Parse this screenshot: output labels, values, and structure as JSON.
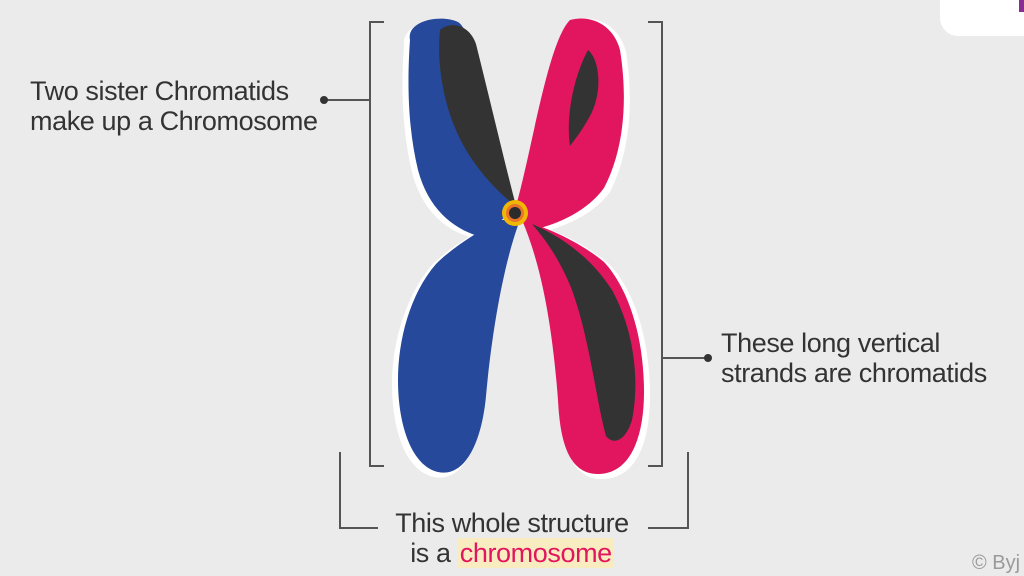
{
  "labels": {
    "left_line1": "Two sister Chromatids",
    "left_line2": "make up a Chromosome",
    "right_line1": "These long vertical",
    "right_line2": "strands are chromatids",
    "bottom_line1": "This whole structure",
    "bottom_line2_prefix": "is a ",
    "bottom_line2_highlight": "chromosome"
  },
  "credit": "© Byj",
  "colors": {
    "background": "#ebebeb",
    "chromatid_left": "#27499b",
    "chromatid_right": "#e2165f",
    "dark_strand": "#333333",
    "centromere_outer": "#f2b705",
    "centromere_inner": "#e8742a",
    "highlight_background": "#f8ecc0",
    "highlight_text": "#e2165f",
    "bracket": "#555555"
  }
}
